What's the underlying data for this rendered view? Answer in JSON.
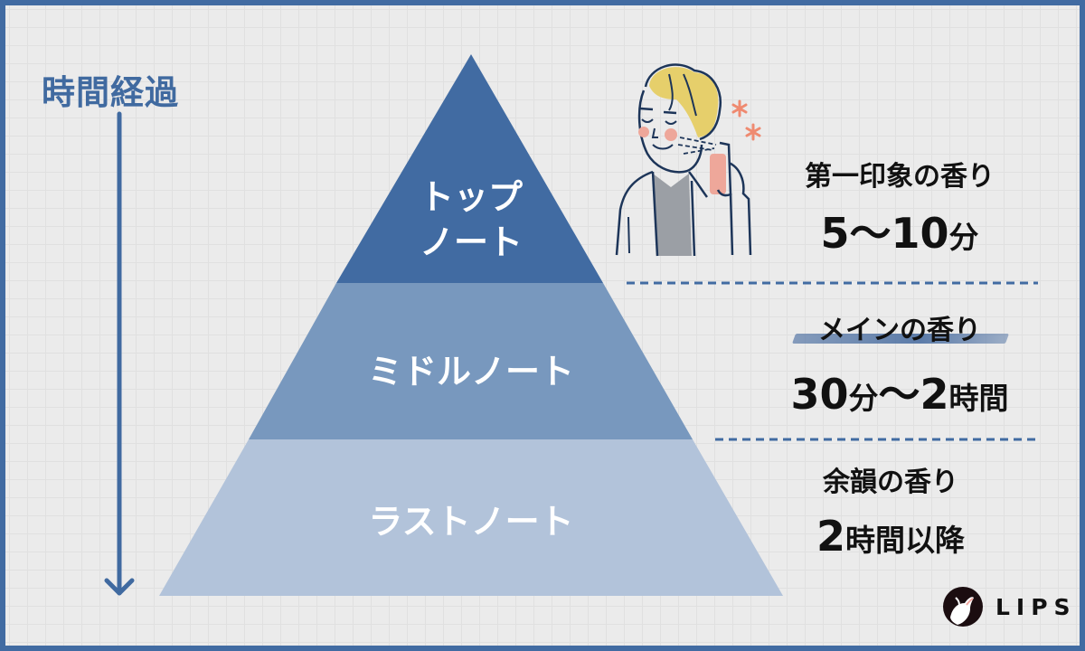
{
  "axis": {
    "label": "時間経過",
    "direction": "down"
  },
  "pyramid": {
    "tiers": [
      {
        "label_line1": "トップ",
        "label_line2": "ノート",
        "color": "#416ba2"
      },
      {
        "label": "ミドルノート",
        "color": "#7898be"
      },
      {
        "label": "ラストノート",
        "color": "#b2c3da"
      }
    ]
  },
  "descriptions": [
    {
      "subtitle": "第一印象の香り",
      "duration_parts": [
        "5〜10",
        "分"
      ]
    },
    {
      "subtitle": "メインの香り",
      "duration_parts": [
        "30",
        "分",
        "〜2",
        "時間"
      ]
    },
    {
      "subtitle": "余韻の香り",
      "duration_parts": [
        "2",
        "時間以降"
      ]
    }
  ],
  "illustration": {
    "description": "man-spraying-perfume"
  },
  "colors": {
    "border": "#416ba2",
    "background": "#ebebeb",
    "dash": "#416ba2"
  },
  "logo": {
    "text": "LIPS"
  }
}
